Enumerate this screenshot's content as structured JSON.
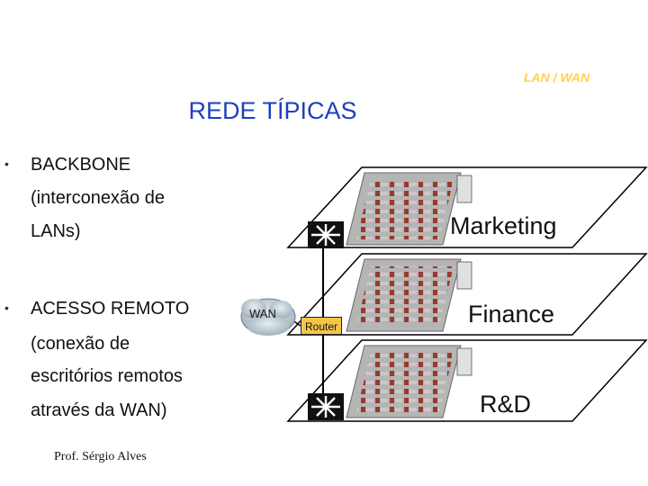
{
  "header": {
    "tag": "LAN / WAN"
  },
  "slide": {
    "title": "REDE TÍPICAS"
  },
  "bullets": [
    {
      "lines": [
        "BACKBONE",
        "(interconexão de",
        "LANs)"
      ]
    },
    {
      "lines": [
        "ACESSO REMOTO",
        "(conexão de",
        "escritórios remotos",
        "através da WAN)"
      ]
    }
  ],
  "diagram": {
    "wan_label": "WAN",
    "router_label": "Router",
    "floors": [
      {
        "label": "Marketing"
      },
      {
        "label": "Finance"
      },
      {
        "label": "R&D"
      }
    ]
  },
  "footer": {
    "author": "Prof. Sérgio Alves"
  }
}
